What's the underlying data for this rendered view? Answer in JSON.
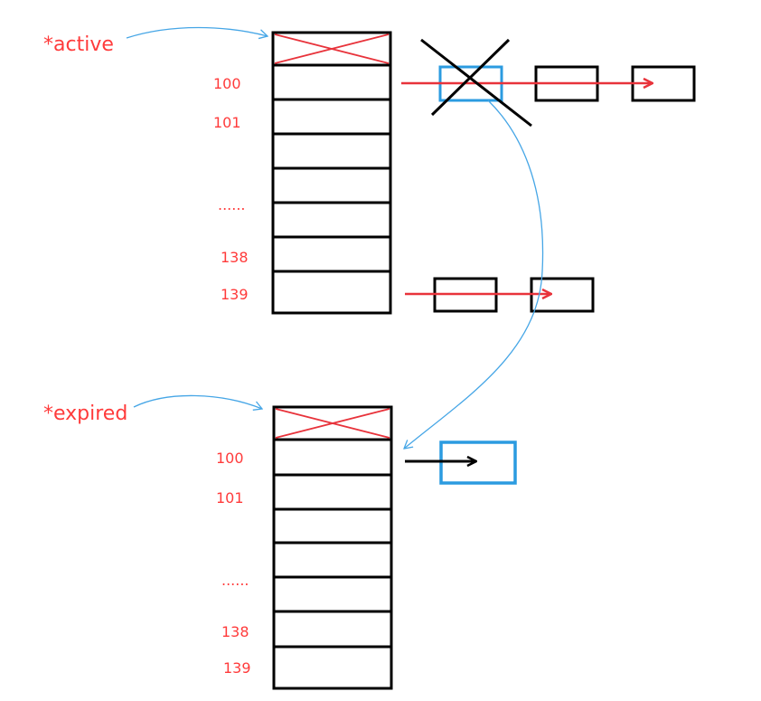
{
  "colors": {
    "red": "#e8333b",
    "black": "#000000",
    "blue": "#2b9be0",
    "thin_blue": "#46a6e6",
    "label_red": "#ff3b3b"
  },
  "active": {
    "pointer_label": "*active",
    "indices": [
      "100",
      "101",
      "......",
      "138",
      "139"
    ]
  },
  "expired": {
    "pointer_label": "*expired",
    "indices": [
      "100",
      "101",
      "......",
      "138",
      "139"
    ]
  }
}
